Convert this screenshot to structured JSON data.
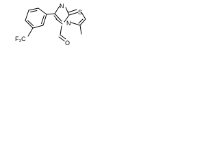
{
  "molecule": {
    "atoms": {
      "sulfur": "S",
      "imidazole_nitrogen": "N",
      "bridgehead_nitrogen": "N",
      "aldehyde_oxygen": "O",
      "trifluoromethyl": "F₃C"
    }
  }
}
